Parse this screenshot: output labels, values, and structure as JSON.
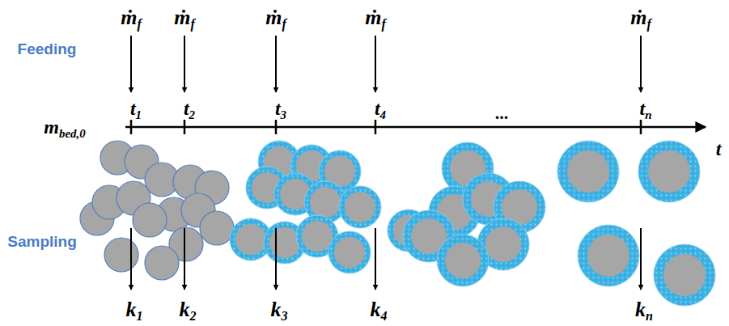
{
  "diagram": {
    "labels": [
      "Feeding",
      "ṁf",
      "ṁf",
      "ṁf",
      "ṁf",
      "ṁf",
      "t1",
      "t2",
      "t3",
      "t4",
      "tn",
      "mbed,0",
      "...",
      "t",
      "Sampling",
      "k1",
      "k2",
      "k3",
      "k4",
      "kn"
    ]
  }
}
